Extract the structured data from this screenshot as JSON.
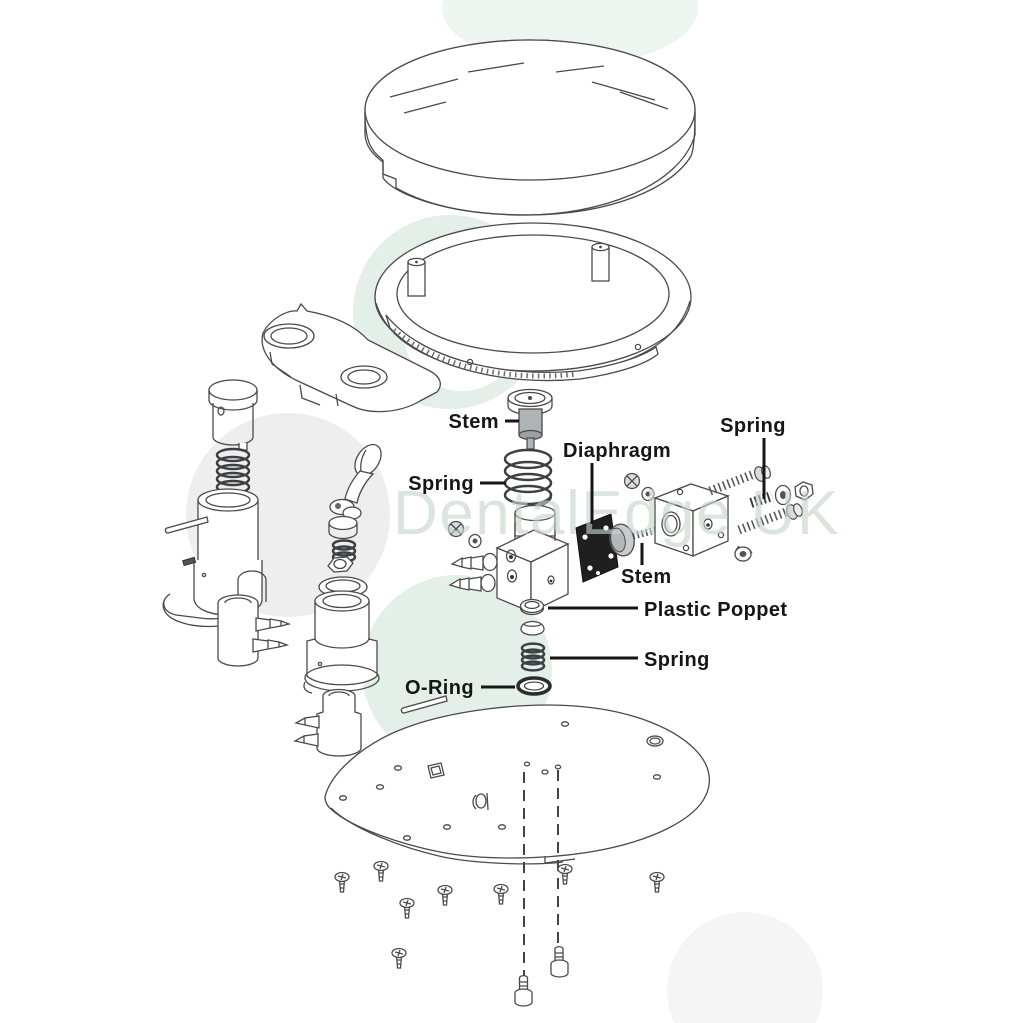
{
  "diagram": {
    "type": "exploded-parts-diagram",
    "watermark": "DentalEdge UK",
    "labels": {
      "stem_top": "Stem",
      "spring_left": "Spring",
      "diaphragm": "Diaphragm",
      "spring_right": "Spring",
      "stem_right": "Stem",
      "plastic_poppet": "Plastic Poppet",
      "spring_bottom": "Spring",
      "o_ring": "O-Ring"
    },
    "colors": {
      "background": "#ffffff",
      "line": "#4a4a4a",
      "label_text": "#161616",
      "watermark_text": "#c7d4ce",
      "blob_green": "#e3efe8",
      "blob_gray": "#eeeeee",
      "diaphragm_fill": "#1f1f1f",
      "metal_gray": "#b2b7ba"
    }
  }
}
